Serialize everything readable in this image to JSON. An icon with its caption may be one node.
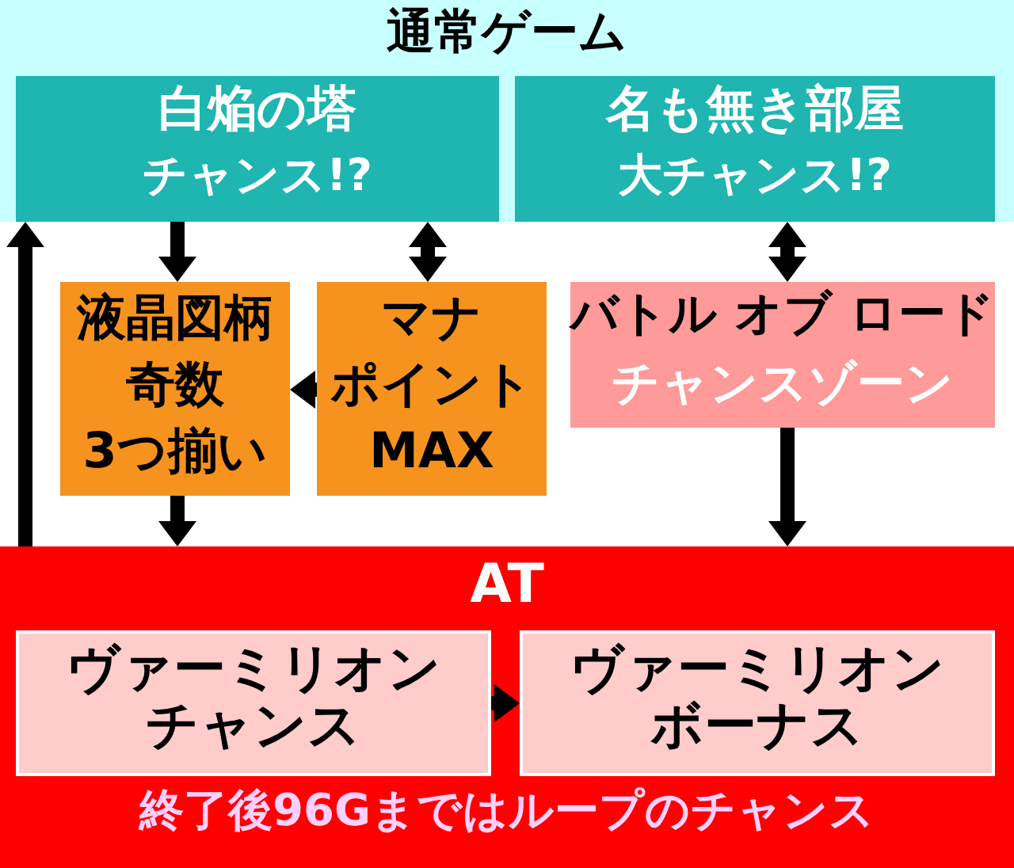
{
  "diagram": {
    "nodes": [
      {
        "text": [
          "通常ゲーム"
        ]
      },
      {
        "text": [
          "白焔の塔",
          "チャンス!?"
        ],
        "in": 0
      },
      {
        "text": [
          "名も無き部屋",
          "大チャンス!?"
        ],
        "in": 0
      },
      {
        "text": [
          "液晶図柄",
          "奇数",
          "3つ揃い"
        ]
      },
      {
        "text": [
          "マナ",
          "ポイント",
          "MAX"
        ]
      },
      {
        "text": [
          "バトル オブ ロード",
          "チャンスゾーン"
        ]
      },
      {
        "text": [
          "AT",
          "終了後96Gまではループのチャンス"
        ]
      },
      {
        "text": [
          "ヴァーミリオンチャンス"
        ],
        "in": 6
      },
      {
        "text": [
          "ヴァーミリオンボーナス"
        ],
        "in": 6
      }
    ],
    "edges": [
      {
        "from": 1,
        "to": 3,
        "arrow": "to"
      },
      {
        "from": 1,
        "to": 4,
        "arrow": "both"
      },
      {
        "from": 2,
        "to": 5,
        "arrow": "both"
      },
      {
        "from": 4,
        "to": 3,
        "arrow": "to"
      },
      {
        "from": 3,
        "to": 6,
        "arrow": "to"
      },
      {
        "from": 5,
        "to": 6,
        "arrow": "to"
      },
      {
        "from": 6,
        "to": 0,
        "arrow": "to"
      },
      {
        "from": 7,
        "to": 8,
        "arrow": "to"
      }
    ]
  }
}
